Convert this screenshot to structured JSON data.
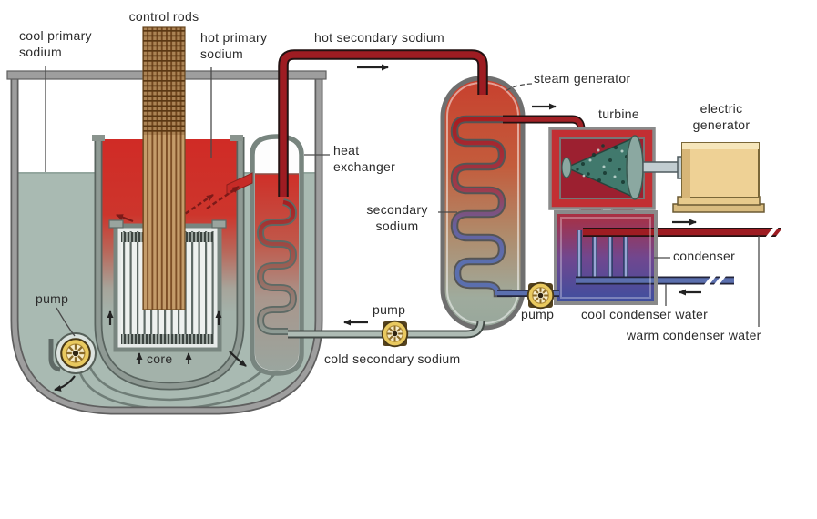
{
  "diagram": {
    "type": "sodium-cooled nuclear reactor power plant schematic",
    "labels": {
      "control_rods": "control rods",
      "cool_primary_sodium": "cool primary\nsodium",
      "hot_primary_sodium": "hot primary\nsodium",
      "hot_secondary_sodium": "hot secondary sodium",
      "steam_generator": "steam generator",
      "turbine": "turbine",
      "electric_generator": "electric\ngenerator",
      "heat_exchanger": "heat\nexchanger",
      "secondary_sodium": "secondary\nsodium",
      "pump_primary": "pump",
      "core": "core",
      "pump_secondary_sodium": "pump",
      "cold_secondary_sodium": "cold secondary sodium",
      "pump_feedwater": "pump",
      "condenser": "condenser",
      "cool_condenser_water": "cool condenser water",
      "warm_condenser_water": "warm condenser water"
    },
    "colors": {
      "hot_sodium_red": "#cf2b27",
      "cool_sodium_gray_green": "#a9bab2",
      "hot_pipe_red": "#9e1c22",
      "cold_pipe_gray": "#aebbb4",
      "water_blue": "#5b6fae",
      "turbine_red": "#c22f33",
      "turbine_rotor_teal": "#41796d",
      "generator_tan": "#eed195",
      "pump_yellow": "#e9c95f",
      "control_rod_brown": "#c49c6a",
      "vessel_wall_gray": "#9e9e9e"
    }
  }
}
